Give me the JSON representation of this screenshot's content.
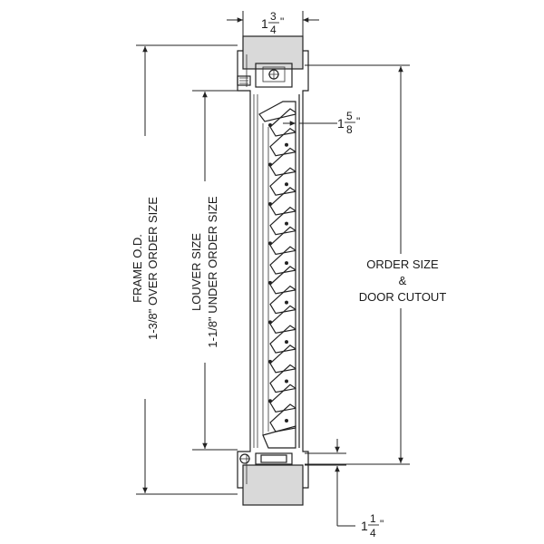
{
  "dimensions": {
    "top_width": {
      "whole": "1",
      "num": "3",
      "den": "4",
      "unit": "\""
    },
    "louver_depth": {
      "whole": "1",
      "num": "5",
      "den": "8",
      "unit": "\""
    },
    "bottom_height": {
      "whole": "1",
      "num": "1",
      "den": "4",
      "unit": "\""
    }
  },
  "labels": {
    "frame_od_line1": "FRAME O.D.",
    "frame_od_line2": "1-3/8\" OVER ORDER SIZE",
    "louver_size_line1": "LOUVER SIZE",
    "louver_size_line2": "1-1/8\" UNDER ORDER SIZE",
    "order_size_line1": "ORDER SIZE",
    "order_size_line2": "&",
    "order_size_line3": "DOOR CUTOUT"
  },
  "colors": {
    "door_fill": "#d9d9d9",
    "line": "#222222",
    "background": "#ffffff"
  }
}
